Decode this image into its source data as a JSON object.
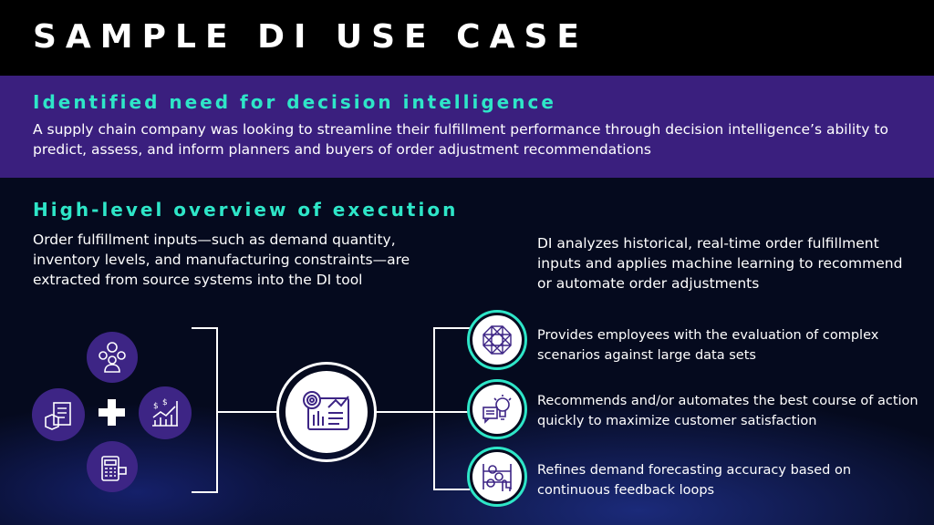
{
  "title": "SAMPLE DI USE CASE",
  "need": {
    "heading": "Identified need for decision intelligence",
    "text": "A supply chain company was looking to streamline their fulfillment performance through decision intelligence’s ability to predict, assess, and inform planners and buyers of order adjustment recommendations"
  },
  "overview": {
    "heading": "High-level overview of execution",
    "left_text": "Order fulfillment inputs—such as demand quantity, inventory levels, and manufacturing constraints—are extracted from source systems into the DI tool",
    "right_text": "DI analyzes historical, real-time order fulfillment inputs and applies machine learning to recommend or automate order adjustments"
  },
  "benefits": [
    {
      "icon": "network-icon",
      "text": "Provides employees with the evaluation of complex scenarios against large data sets"
    },
    {
      "icon": "lightbulb-icon",
      "text": "Recommends and/or automates the best course of action quickly to maximize customer satisfaction"
    },
    {
      "icon": "gears-touch-icon",
      "text": "Refines demand forecasting accuracy based on continuous feedback loops"
    }
  ],
  "colors": {
    "accent": "#2ee6c8",
    "band": "#3a1f7e",
    "icon_bg": "#3d2585"
  }
}
